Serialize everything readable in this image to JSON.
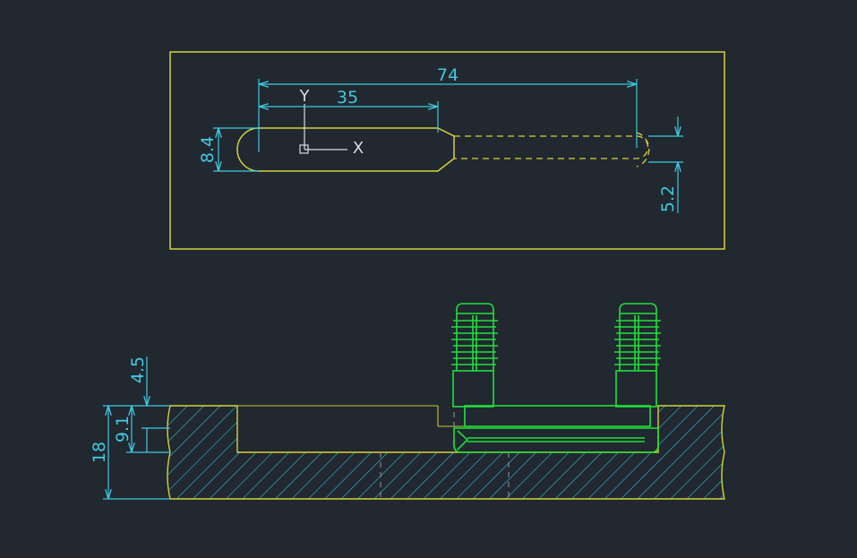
{
  "top_view": {
    "dim_overall_length": "74",
    "dim_to_neck": "35",
    "dim_slot_width": "8.4",
    "dim_narrow_width": "5.2",
    "axis_x": "X",
    "axis_y": "Y"
  },
  "section_view": {
    "dim_total_height": "18",
    "dim_recess_depth": "9.1",
    "dim_step": "4.5"
  },
  "colors": {
    "background": "#212830",
    "outline": "#d6d23a",
    "dimension": "#3fc9e0",
    "part": "#20e03a"
  }
}
